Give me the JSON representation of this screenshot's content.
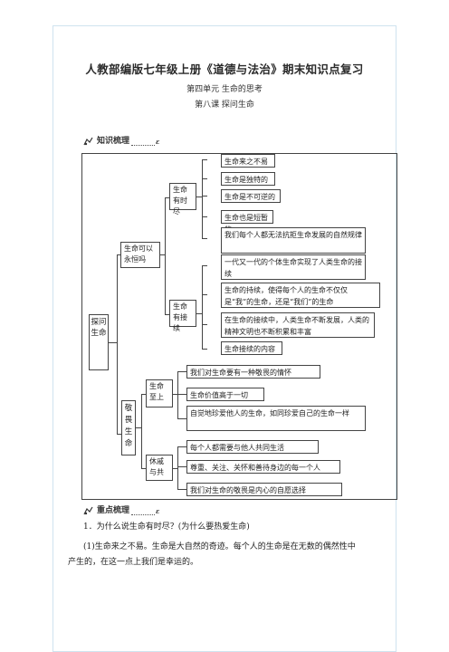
{
  "title": "人教部编版七年级上册《道德与法治》期末知识点复习",
  "unit": "第四单元  生命的思考",
  "lesson": "第八课  探问生命",
  "knowledge_section": "知识梳理",
  "key_section": "重点梳理",
  "map": {
    "root": "探问生命",
    "branch1": {
      "label": "生命可以永恒吗",
      "sub1": {
        "label": "生命有时尽",
        "items": [
          "生命来之不易",
          "生命是独特的",
          "生命是不可逆的",
          "生命也是短暂的",
          "我们每个人都无法抗拒生命发展的自然规律"
        ]
      },
      "sub2": {
        "label": "生命有接续",
        "items": [
          "一代又一代的个体生命实现了人类生命的接续",
          "生命的持续，使得每个人的生命不仅仅是“我”的生命，还是“我们”的生命",
          "在生命的接续中，人类生命不断发展，人类的精神文明也不断积累和丰富",
          "生命接续的内容"
        ]
      }
    },
    "branch2": {
      "label": "敬畏生命",
      "sub1": {
        "label": "生命至上",
        "items": [
          "我们对生命要有一种敬畏的情怀",
          "生命价值高于一切",
          "自觉地珍爱他人的生命，如同珍爱自己的生命一样"
        ]
      },
      "sub2": {
        "label": "休戚与共",
        "items": [
          "每个人都需要与他人共同生活",
          "尊重、关注、关怀和善待身边的每一个人",
          "我们对生命的敬畏是内心的自愿选择"
        ]
      }
    }
  },
  "question1": "1．为什么说生命有时尽？(为什么要热爱生命)",
  "answer1_line1": "(1)生命来之不易。生命是大自然的奇迹。每个人的生命是在无数的偶然性中",
  "answer1_line2": "产生的，在这一点上我们是幸运的。"
}
